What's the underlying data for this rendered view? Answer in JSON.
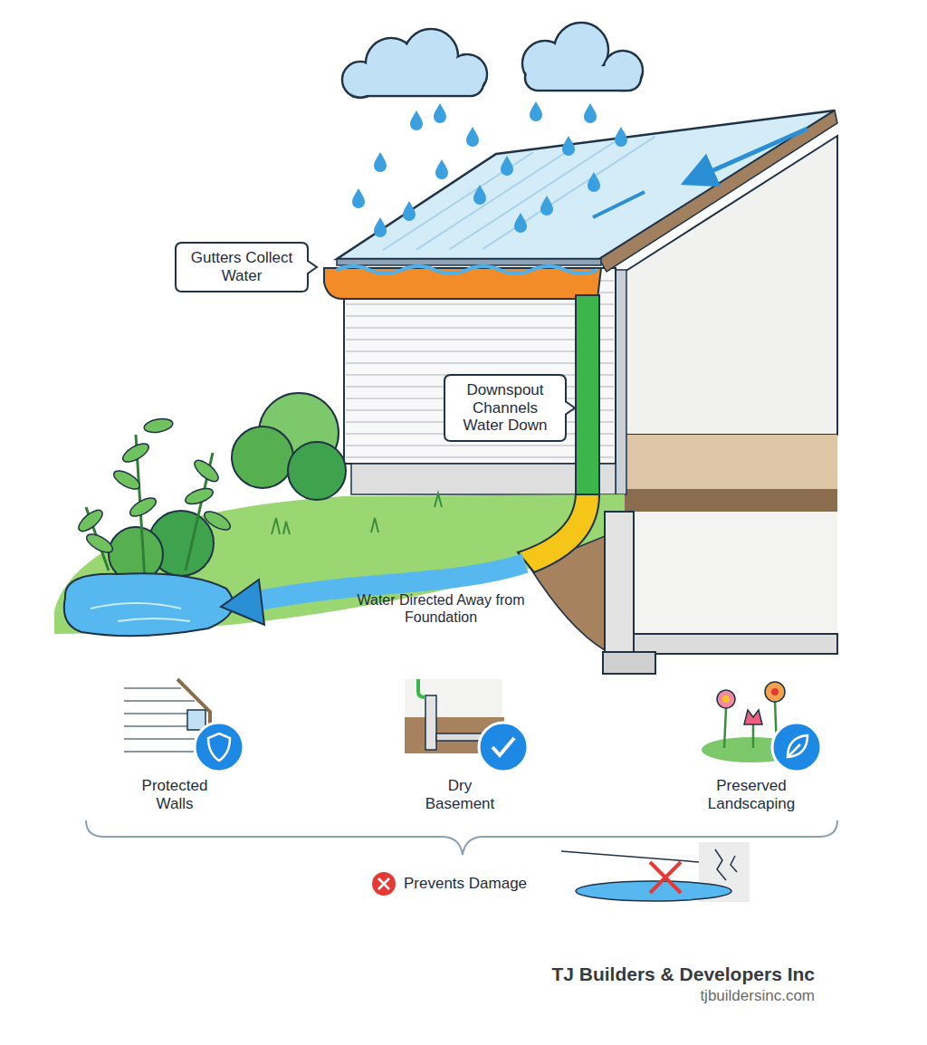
{
  "diagram": {
    "nodes": [
      {
        "text": [
          "Gutters Collect Water"
        ]
      },
      {
        "text": [
          "Downspout Channels Water Down"
        ]
      }
    ],
    "labels": [
      "Water Directed Away from Foundation",
      "Protected Walls",
      "Dry Basement",
      "Preserved Landscaping",
      "Prevents Damage",
      "TJ Builders & Developers Inc",
      "tjbuildersinc.com"
    ]
  }
}
